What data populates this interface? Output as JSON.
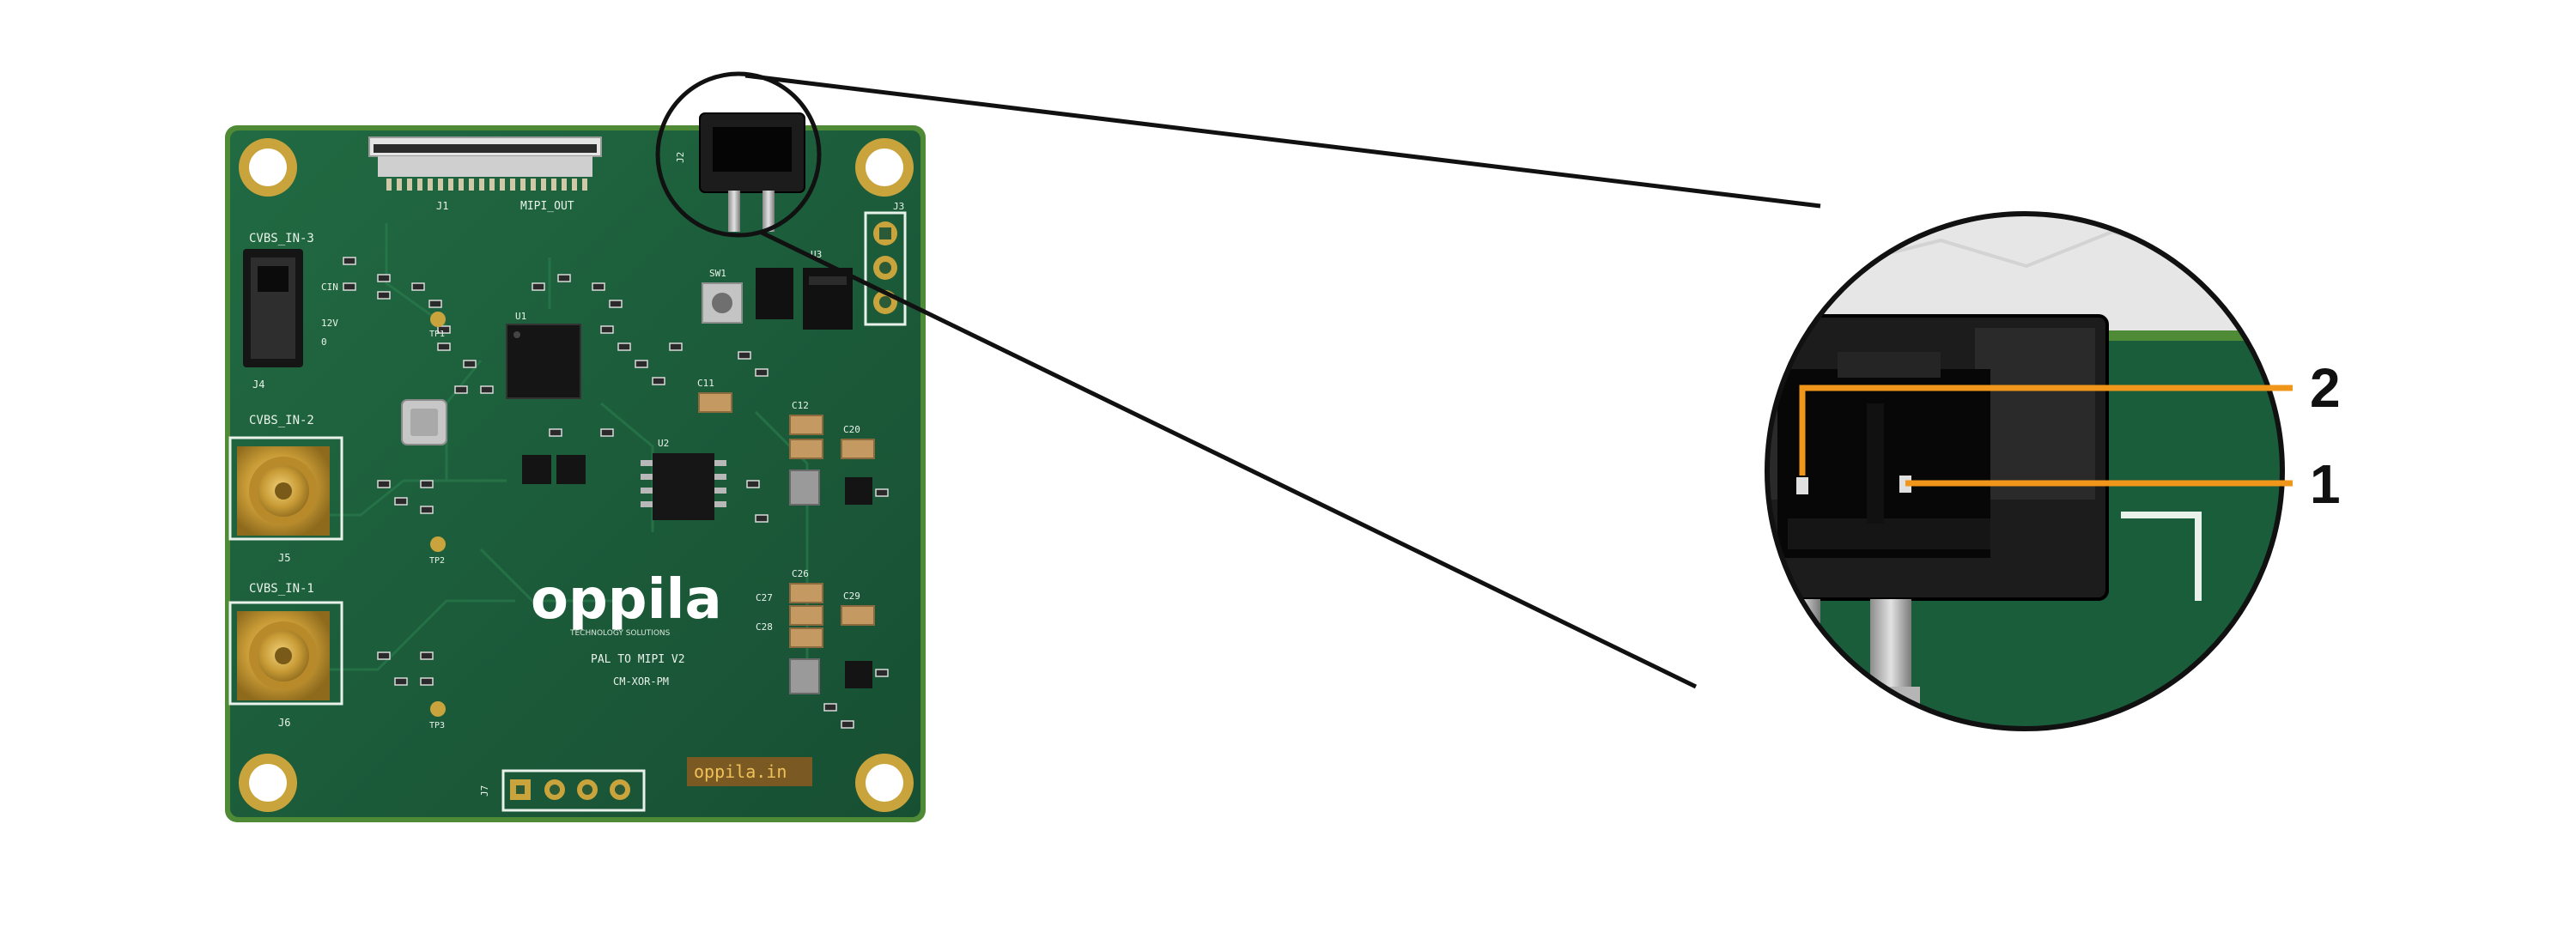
{
  "board": {
    "logo": "oppila",
    "logo_tagline": "TECHNOLOGY SOLUTIONS",
    "title": "PAL TO MIPI V2",
    "code": "CM-XOR-PM",
    "url": "oppila.in",
    "labels": {
      "mipi_out": "MIPI_OUT",
      "cvbs3": "CVBS_IN-3",
      "cvbs2": "CVBS_IN-2",
      "cvbs1": "CVBS_IN-1",
      "j1": "J1",
      "j2": "J2",
      "j3": "J3",
      "j4": "J4",
      "j5": "J5",
      "j6": "J6",
      "j7": "J7",
      "u1": "U1",
      "u2": "U2",
      "u3": "U3",
      "sw1": "SW1",
      "tp1": "TP1",
      "tp2": "TP2",
      "tp3": "TP3",
      "c11": "C11",
      "c12": "C12",
      "c20": "C20",
      "c26": "C26",
      "c27": "C27",
      "c28": "C28",
      "c29": "C29",
      "sel1": "CIN",
      "sel2": "12V",
      "sel3": "0"
    }
  },
  "callouts": [
    {
      "label": "2"
    },
    {
      "label": "1"
    }
  ],
  "colors": {
    "pcb": "#1d5f3c",
    "pcb_edge": "#4f8a36",
    "pad_gold": "#c9a43c",
    "connector": "#1c1c1c",
    "callout_line": "#f0961a",
    "outline": "#111111"
  }
}
